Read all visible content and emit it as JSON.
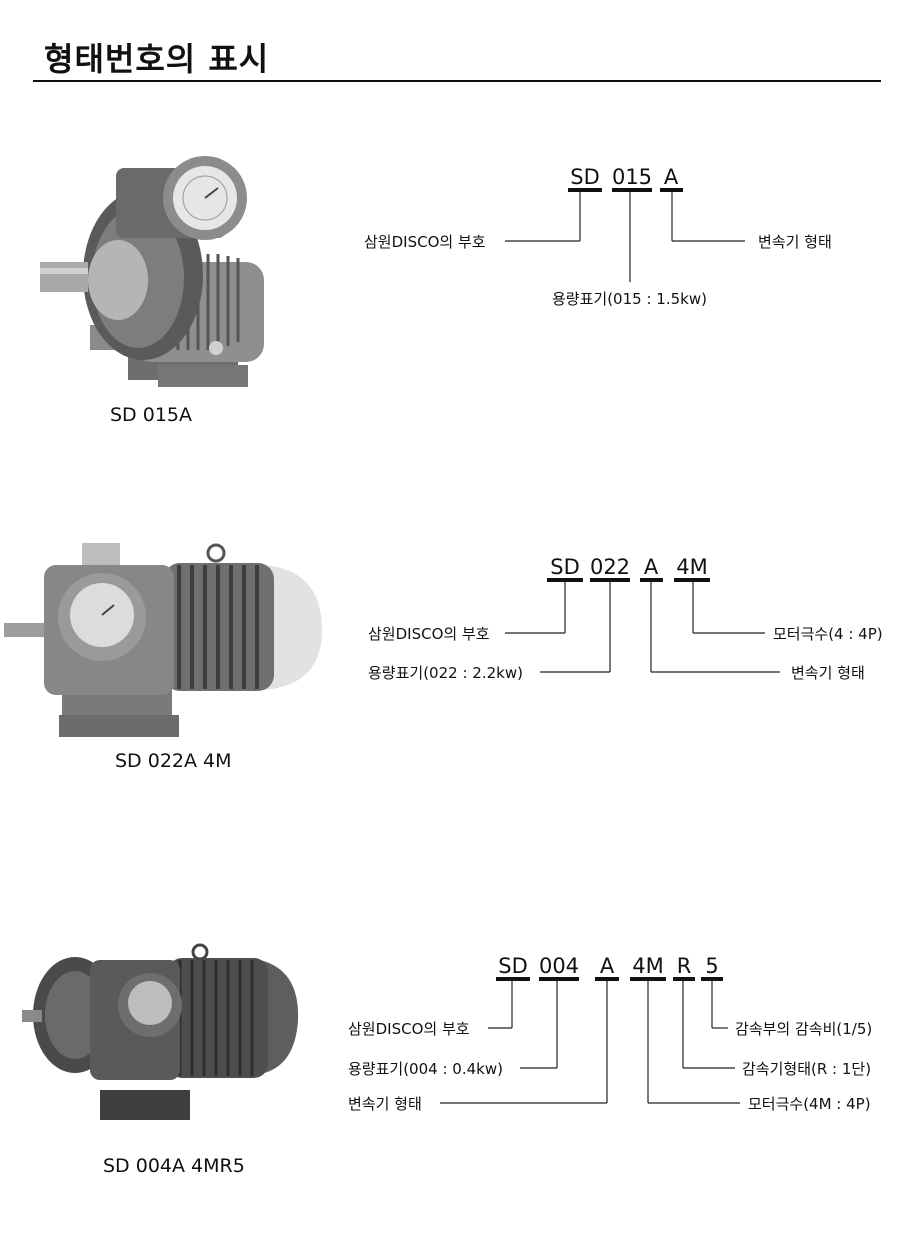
{
  "title": "형태번호의 표시",
  "sections": [
    {
      "caption": "SD 015A",
      "code": [
        "SD",
        "015",
        "A"
      ],
      "labels": {
        "maker": "삼원DISCO의 부호",
        "capacity": "용량표기(015 : 1.5kw)",
        "type": "변속기 형태"
      }
    },
    {
      "caption": "SD 022A 4M",
      "code": [
        "SD",
        "022",
        "A",
        "4M"
      ],
      "labels": {
        "maker": "삼원DISCO의 부호",
        "capacity": "용량표기(022 : 2.2kw)",
        "poles": "모터극수(4 : 4P)",
        "type": "변속기 형태"
      }
    },
    {
      "caption": "SD 004A 4MR5",
      "code": [
        "SD",
        "004",
        "A",
        "4M",
        "R",
        "5"
      ],
      "labels": {
        "maker": "삼원DISCO의 부호",
        "capacity": "용량표기(004 : 0.4kw)",
        "type": "변속기 형태",
        "ratio": "감속부의 감속비(1/5)",
        "reducer": "감속기형태(R : 1단)",
        "poles": "모터극수(4M : 4P)"
      }
    }
  ]
}
